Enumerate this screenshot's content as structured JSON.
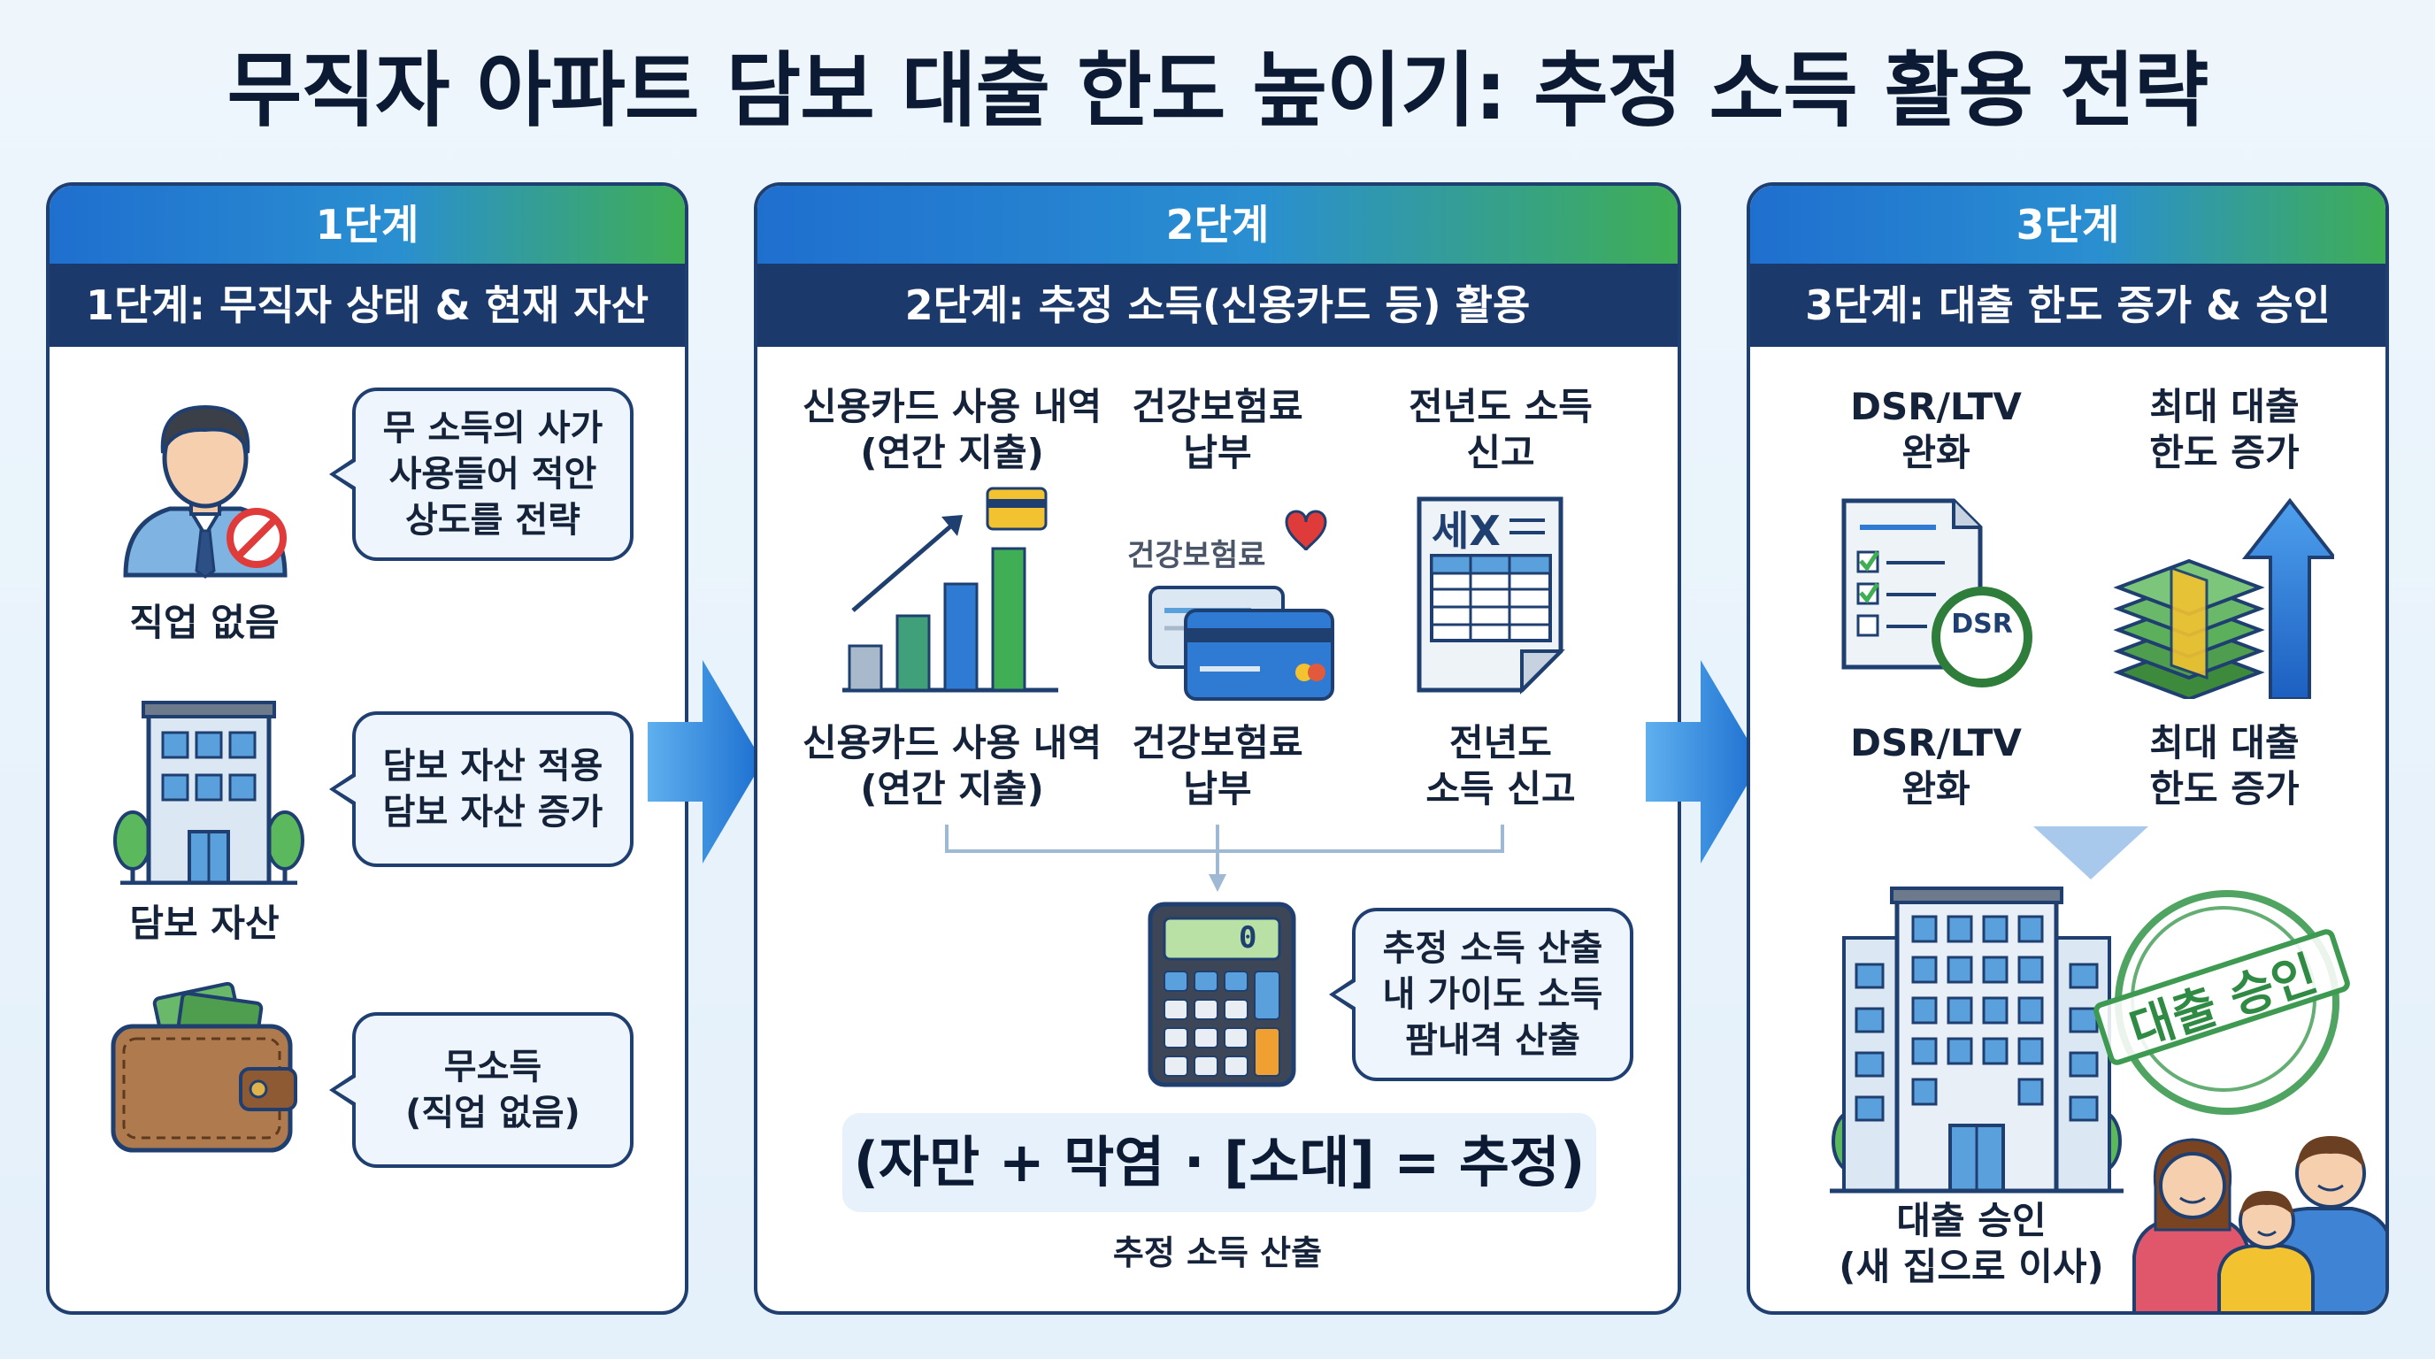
{
  "title": "무직자 아파트 담보 대출 한도 높이기: 추정 소득 활용 전략",
  "colors": {
    "navy": "#1b3a6b",
    "blue": "#1f6fcf",
    "green": "#3fae55",
    "arrow": "#2a85dc"
  },
  "stage1": {
    "header": "1단계",
    "subtitle": "1단계: 무직자 상태 & 현재 자산",
    "items": [
      {
        "icon": "unemployed-person-icon",
        "label": "직업 없음",
        "bubble": "무 소득의 사가\n사용들어 적안\n상도를 전략"
      },
      {
        "icon": "building-icon",
        "label": "담보 자산",
        "bubble": "담보 자산 적용\n담보 자산 증가"
      },
      {
        "icon": "wallet-icon",
        "label": "",
        "bubble": "무소득\n(직업 없음)"
      }
    ]
  },
  "stage2": {
    "header": "2단계",
    "subtitle": "2단계: 추정 소득(신용카드 등) 활용",
    "top_labels": [
      "신용카드 사용 내역\n(연간 지출)",
      "건강보험료\n납부",
      "전년도 소득\n신고"
    ],
    "icon_texts": {
      "health_card": "건강보험료",
      "tax_doc": "세X",
      "calculator_display": "0"
    },
    "bottom_labels": [
      "신용카드 사용 내역\n(연간 지출)",
      "건강보험료\n납부",
      "전년도\n소득 신고"
    ],
    "calc_bubble": "추정 소득 산출\n내 가이도 소득\n팜내격 산출",
    "formula": "(자만 + 막염 · [소대] = 추정)",
    "formula_caption": "추정 소득 산출"
  },
  "stage3": {
    "header": "3단계",
    "subtitle": "3단계: 대출 한도 증가 & 승인",
    "top_labels": [
      "DSR/LTV\n완화",
      "최대 대출\n한도 증가"
    ],
    "dsr_badge": "DSR",
    "bottom_labels": [
      "DSR/LTV\n완화",
      "최대 대출\n한도 증가"
    ],
    "stamp": "대출 승인",
    "final_label": "대출 승인\n(새 집으로 이사)"
  }
}
